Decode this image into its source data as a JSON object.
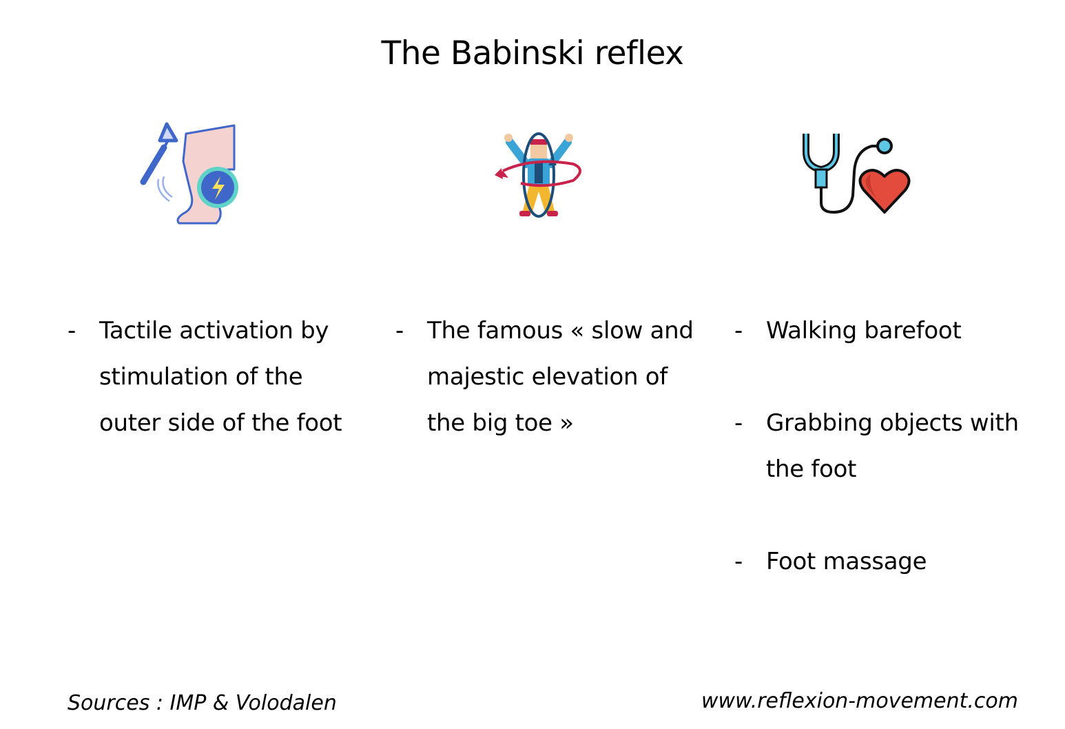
{
  "title": "The Babinski reflex",
  "columns": [
    {
      "icon": "reflex-hammer-leg-icon",
      "items": [
        "Tactile activation by stimulation of the outer side of the foot"
      ]
    },
    {
      "icon": "person-rotation-icon",
      "items": [
        "The famous « slow and majestic elevation of the big toe »"
      ]
    },
    {
      "icon": "stethoscope-heart-icon",
      "items": [
        "Walking barefoot",
        "Grabbing objects with the foot",
        "Foot massage"
      ]
    }
  ],
  "bullet": "-",
  "footer": {
    "sources": "Sources : IMP & Volodalen",
    "website": "www.reflexion-movement.com"
  },
  "colors": {
    "text": "#000000",
    "icon_blue": "#3f67c9",
    "icon_pink": "#f4d2d0",
    "icon_teal": "#5fd3c8",
    "icon_yellow": "#f7e05a",
    "figure_red": "#c8234a",
    "figure_navy": "#1d4e7a",
    "figure_lightblue": "#3aa4d6",
    "figure_yellow": "#f2b72e",
    "stethoscope_cyan": "#5ec7e6",
    "heart_red": "#e34b3c"
  }
}
